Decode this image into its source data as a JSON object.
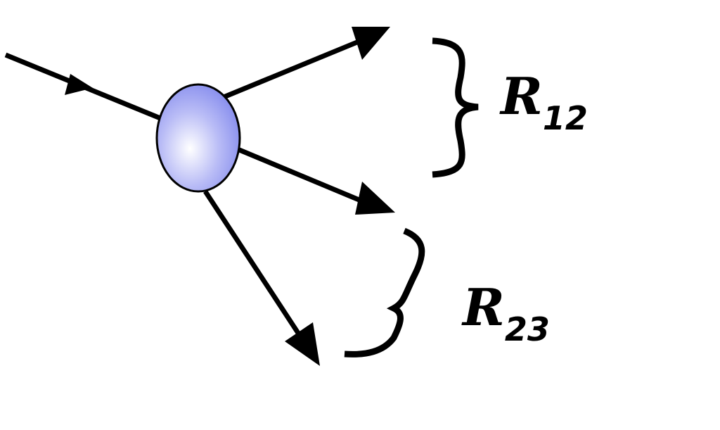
{
  "labels": {
    "r12": {
      "main": "R",
      "sub": "12"
    },
    "r23": {
      "main": "R",
      "sub": "23"
    }
  },
  "colors": {
    "particle": "#8f95f0",
    "line": "#000000"
  }
}
